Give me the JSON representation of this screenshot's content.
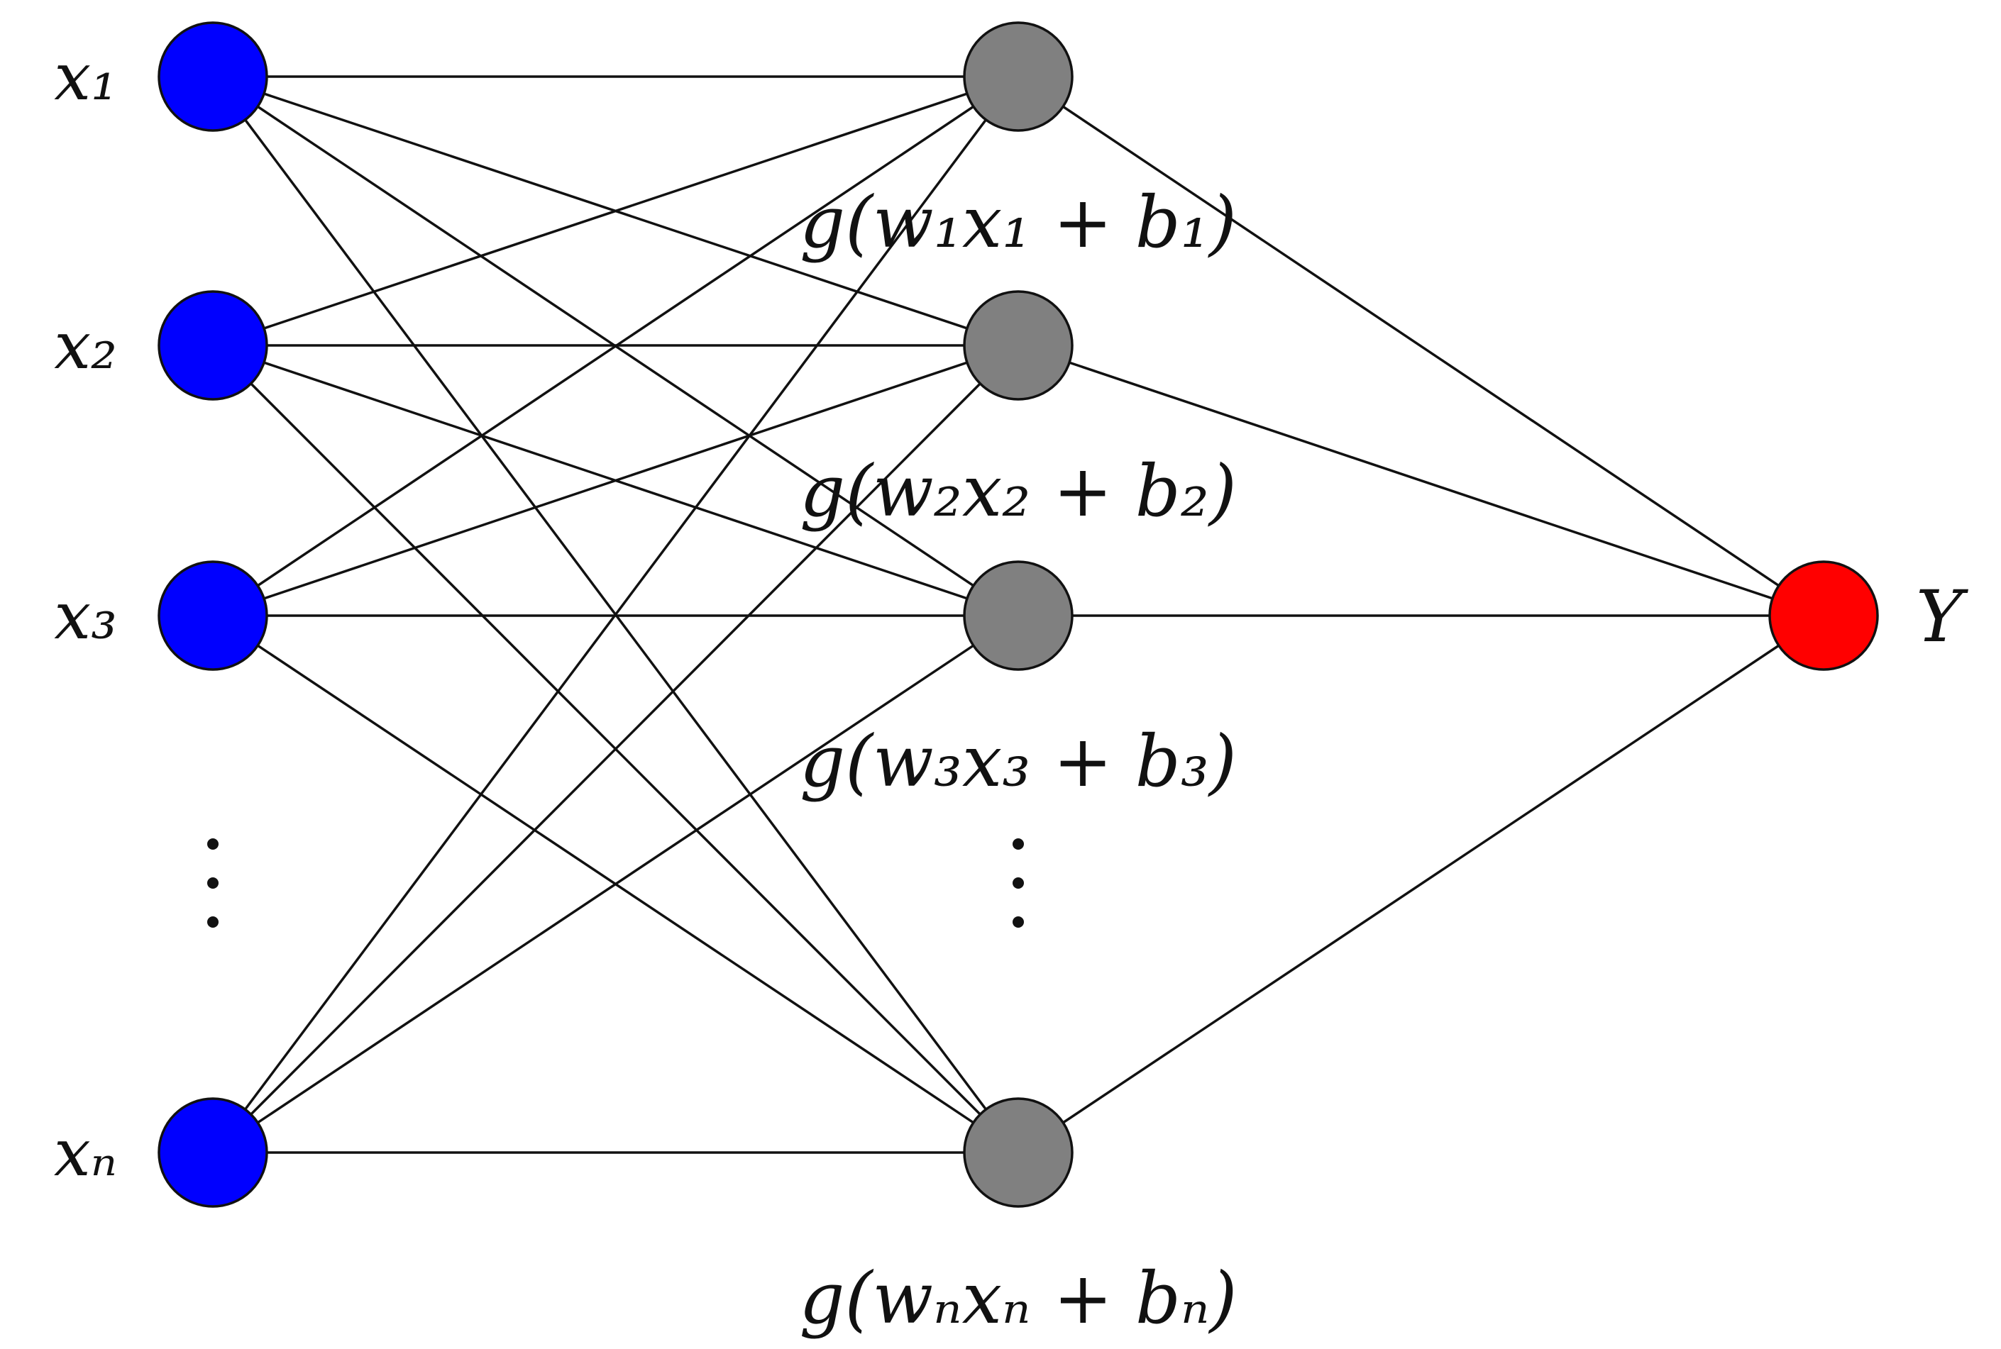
{
  "colors": {
    "input_node": "#0000ff",
    "hidden_node": "#808080",
    "output_node": "#ff0000",
    "edge": "#111111"
  },
  "input_nodes": [
    {
      "label": "x₁",
      "row": 0
    },
    {
      "label": "x₂",
      "row": 1
    },
    {
      "label": "x₃",
      "row": 2
    },
    {
      "label": "xₙ",
      "row": 4
    }
  ],
  "hidden_nodes": [
    {
      "label": "g(w₁x₁ + b₁)",
      "row": 0
    },
    {
      "label": "g(w₂x₂ + b₂)",
      "row": 1
    },
    {
      "label": "g(w₃x₃ + b₃)",
      "row": 2
    },
    {
      "label": "g(wₙxₙ + bₙ)",
      "row": 4
    }
  ],
  "output_node": {
    "label": "Y"
  },
  "ellipsis_rows": [
    3
  ]
}
